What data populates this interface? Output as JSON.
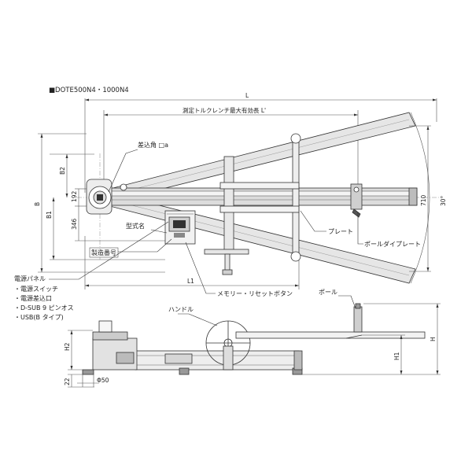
{
  "title": "■DOTE500N4・1000N4",
  "dims": {
    "L": "L",
    "L_prime": "測定トルクレンチ最大有効長 L'",
    "B": "B",
    "B1": "B1",
    "B2": "B2",
    "d192": "192",
    "d346": "346",
    "d710": "710",
    "angle": "30°",
    "L1": "L1",
    "H": "H",
    "H1": "H1",
    "H2": "H2",
    "d22": "22",
    "phi50": "Φ50"
  },
  "labels": {
    "square_drive": "差込角 □a",
    "model_name": "型式名",
    "serial": "製造番号",
    "plate": "プレート",
    "pole_die_plate": "ポールダイプレート",
    "memory_reset": "メモリー・リセットボタン",
    "pole": "ポール",
    "handle": "ハンドル"
  },
  "power_panel": {
    "heading": "電源パネル",
    "items": [
      "・電源スイッチ",
      "・電源差込口",
      "・D-SUB 9 ピンオス",
      "・USB(B タイプ)"
    ]
  }
}
